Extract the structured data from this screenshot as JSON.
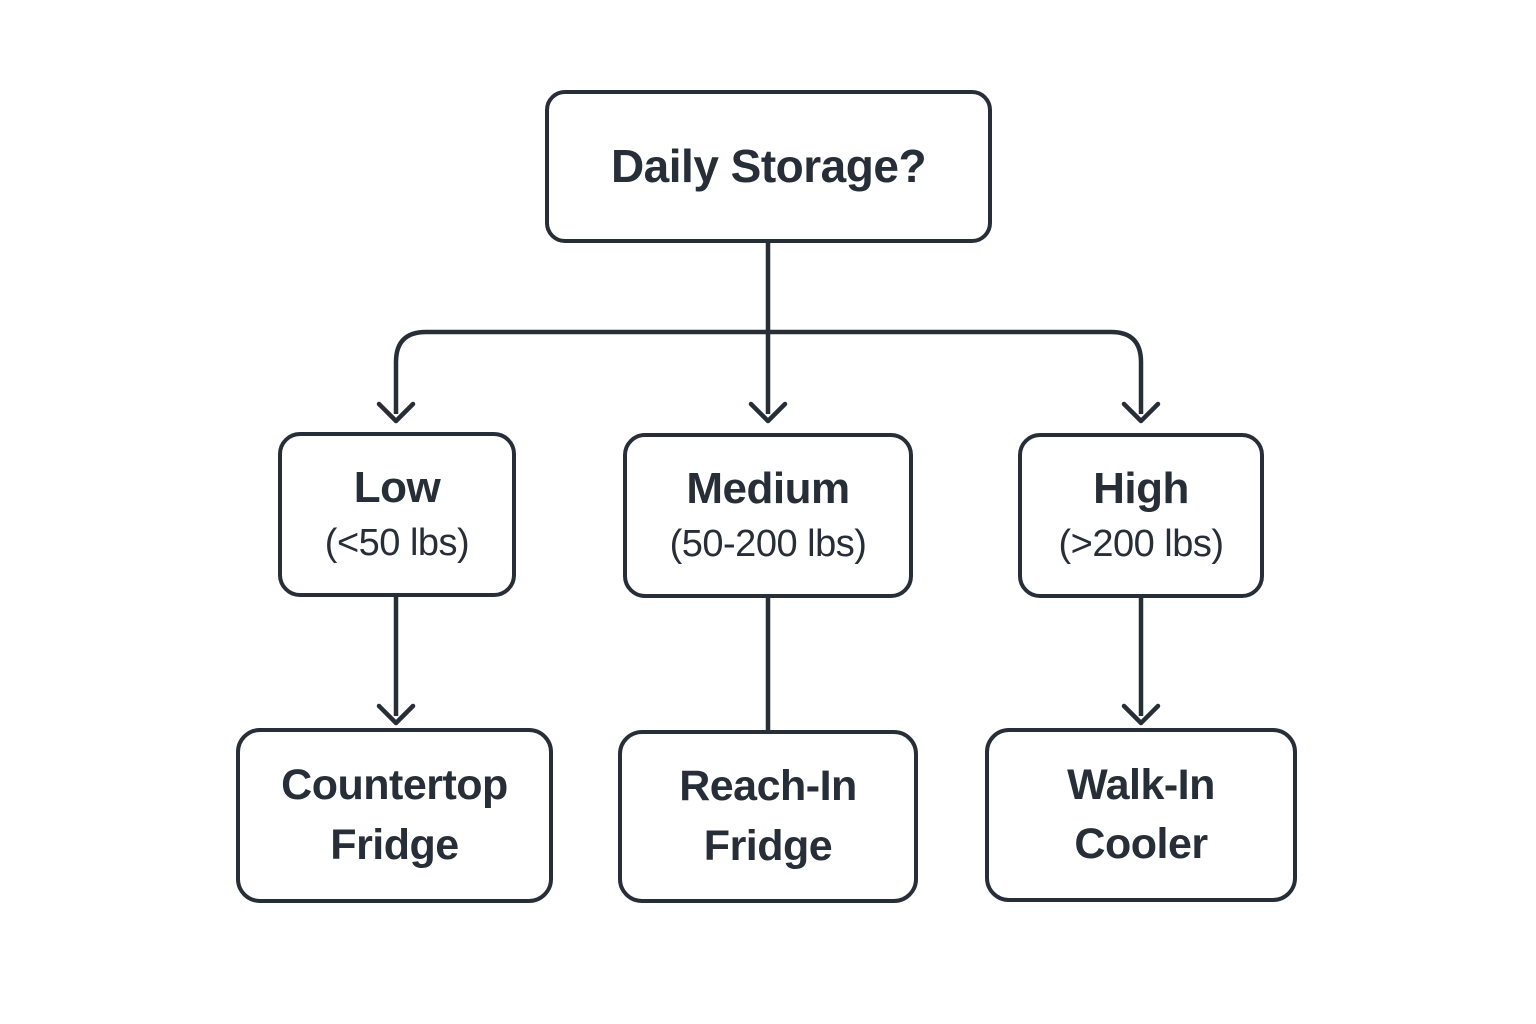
{
  "diagram": {
    "root": {
      "label": "Daily Storage?"
    },
    "branches": [
      {
        "label": "Low",
        "range": "(<50 lbs)",
        "result": "Countertop Fridge"
      },
      {
        "label": "Medium",
        "range": "(50-200 lbs)",
        "result": "Reach-In Fridge"
      },
      {
        "label": "High",
        "range": "(>200 lbs)",
        "result": "Walk-In Cooler"
      }
    ],
    "colors": {
      "stroke": "#272e37",
      "text": "#272e37",
      "node-fill": "#ffffff",
      "background": "#ffffff"
    }
  }
}
